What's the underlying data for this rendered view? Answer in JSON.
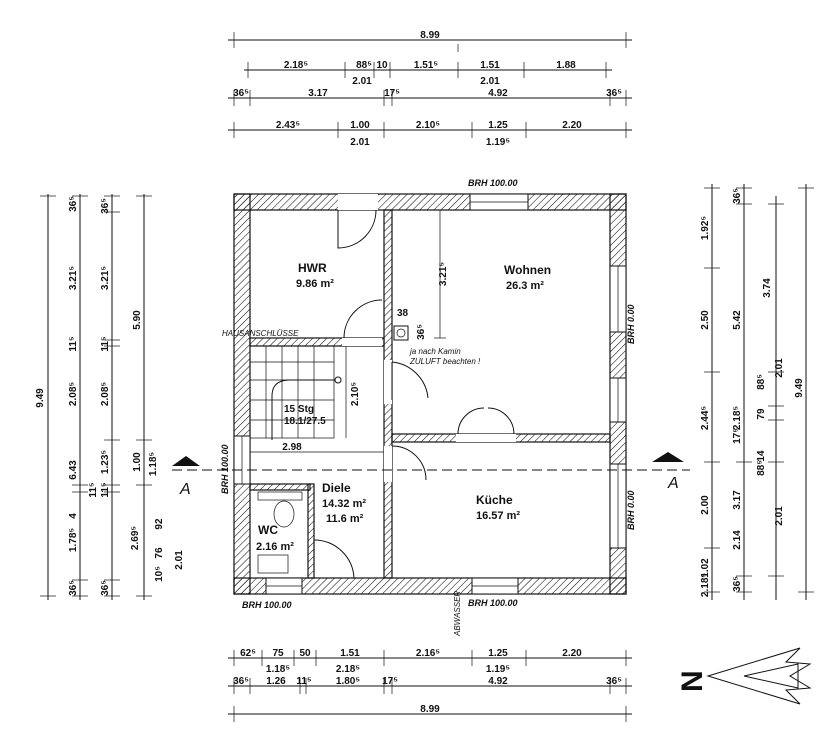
{
  "top_dims": {
    "total": "8.99",
    "row1": [
      "2.18⁵",
      "88⁵",
      "10",
      "1.51⁵",
      "1.51",
      "1.88"
    ],
    "row2": [
      "2.01",
      "2.01"
    ],
    "row3": [
      "36⁵",
      "3.17",
      "17⁵",
      "4.92",
      "36⁵"
    ],
    "row4": [
      "2.43⁵",
      "1.00",
      "2.10⁵",
      "1.25",
      "2.20"
    ],
    "row5": [
      "2.01",
      "1.19⁵"
    ]
  },
  "bottom_dims": {
    "row1": [
      "62⁵",
      "75",
      "50",
      "1.51",
      "2.16⁵",
      "1.25",
      "2.20"
    ],
    "row2": [
      "1.18⁵",
      "2.18⁵",
      "1.19⁵"
    ],
    "row3": [
      "36⁵",
      "1.26",
      "11⁵",
      "1.80⁵",
      "17⁵",
      "4.92",
      "36⁵"
    ],
    "total": "8.99"
  },
  "left_dims": {
    "total": "9.49",
    "col_a": [
      "6.43",
      "4",
      "11⁵",
      "1.78⁵",
      "10⁵",
      "76",
      "36⁵"
    ],
    "col_b": [
      "36⁵",
      "3.21⁵",
      "11⁵",
      "2.08⁵",
      "1.23⁵",
      "11⁵",
      "2.69⁵",
      "92",
      "2.01",
      "36⁵"
    ],
    "col_c": [
      "36⁵",
      "3.21⁵",
      "11⁵",
      "5.90",
      "1.00",
      "1.18⁵"
    ]
  },
  "right_dims": {
    "total": "9.49",
    "col_a": [
      "1.02",
      "2.14",
      "2.00",
      "2.44⁵",
      "2.50",
      "1.92⁵"
    ],
    "col_b": [
      "36⁵",
      "3.17",
      "2.18⁵",
      "88⁵",
      "17⁵",
      "2.18⁵",
      "5.42",
      "36⁵"
    ],
    "col_c": [
      "2.01",
      "79",
      "14",
      "88⁵",
      "2.01",
      "3.74"
    ]
  },
  "rooms": [
    {
      "name": "HWR",
      "area": "9.86 m²"
    },
    {
      "name": "Wohnen",
      "area": "26.3 m²"
    },
    {
      "name": "Diele",
      "area": "14.32 m²",
      "area2": "11.6 m²"
    },
    {
      "name": "Küche",
      "area": "16.57 m²"
    },
    {
      "name": "WC",
      "area": "2.16 m²"
    }
  ],
  "stair": {
    "label": "15 Stg",
    "spec": "18.1/27.5",
    "width": "2.10⁵",
    "run": "2.98"
  },
  "interior_dims": {
    "wohnen_depth": "3.21⁵",
    "shaft_a": "38",
    "shaft_b": "36⁵"
  },
  "notes": {
    "hausanschluss": "HAUSANSCHLÜSSE",
    "kamin": "ja nach Kamin",
    "zuluft": "ZULUFT beachten !",
    "abwasser": "ABWASSER"
  },
  "brh": {
    "top": "BRH 100.00",
    "bottom_left": "BRH 100.00",
    "bottom_right": "BRH 100.00",
    "left": "BRH 100.00",
    "right_upper": "BRH 0.00",
    "right_lower": "BRH 0.00"
  },
  "section_marks": {
    "left": "A",
    "right": "A"
  },
  "north": {
    "label": "N"
  }
}
